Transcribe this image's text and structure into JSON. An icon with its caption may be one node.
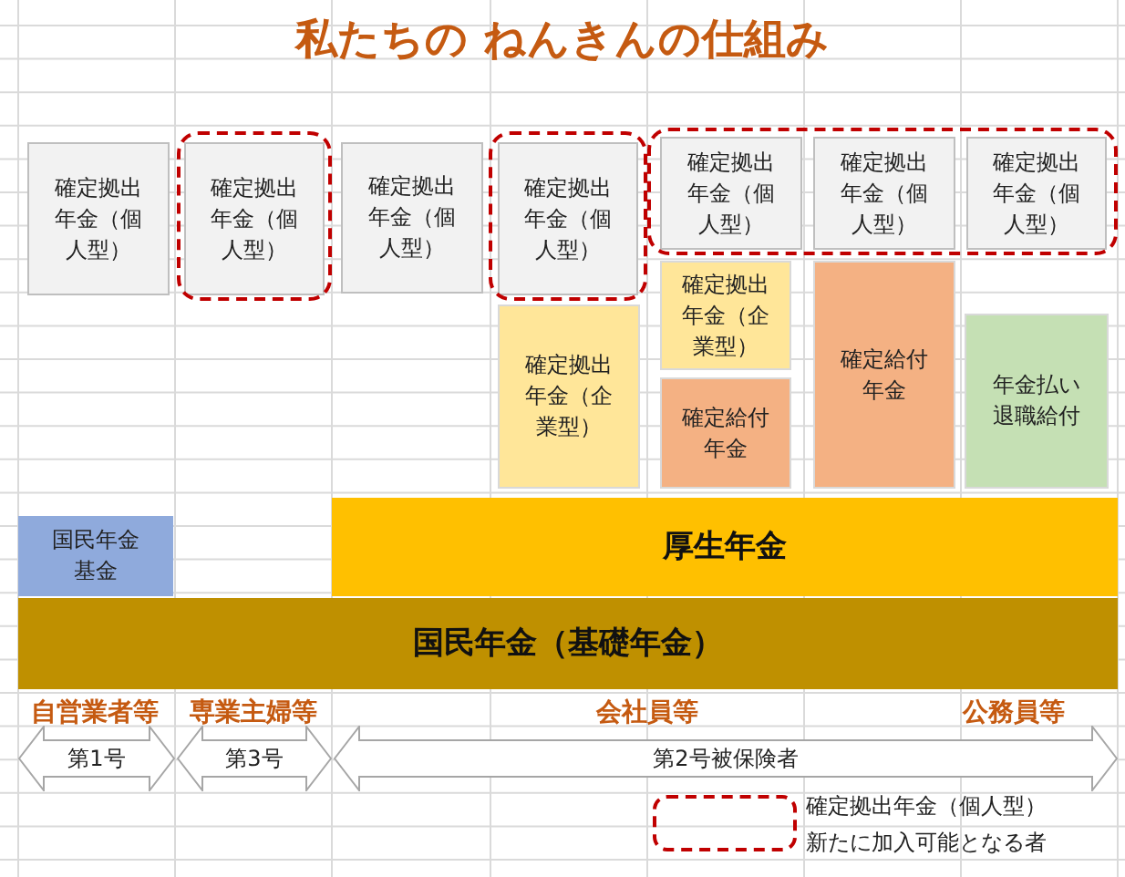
{
  "diagram": {
    "title": "私たちの ねんきんの仕組み",
    "nodes": [
      {
        "text": [
          "確定拠出年金（個人型）"
        ]
      },
      {
        "text": [
          "確定拠出年金（個人型）"
        ]
      },
      {
        "text": [
          "確定拠出年金（個人型）"
        ]
      },
      {
        "text": [
          "確定拠出年金（個人型）"
        ]
      },
      {
        "text": [
          "確定拠出年金（個人型）"
        ]
      },
      {
        "text": [
          "確定拠出年金（個人型）"
        ]
      },
      {
        "text": [
          "確定拠出年金（個人型）"
        ]
      },
      {
        "text": [
          "確定拠出年金（企業型）"
        ]
      },
      {
        "text": [
          "確定拠出年金（企業型）"
        ]
      },
      {
        "text": [
          "確定給付年金"
        ]
      },
      {
        "text": [
          "確定給付年金"
        ]
      },
      {
        "text": [
          "年金払い退職給付"
        ]
      },
      {
        "text": [
          "国民年金基金"
        ]
      },
      {
        "text": [
          "厚生年金"
        ]
      },
      {
        "text": [
          "国民年金（基礎年金）"
        ]
      },
      {
        "text": [
          "第1号"
        ]
      },
      {
        "text": [
          "第3号"
        ]
      },
      {
        "text": [
          "第2号被保険者"
        ]
      }
    ],
    "edges": [],
    "labels": [
      "自営業者等",
      "専業主婦等",
      "会社員等",
      "公務員等"
    ],
    "legend": [
      {
        "text": "確定拠出年金（個人型）新たに加入可能となる者"
      }
    ]
  }
}
